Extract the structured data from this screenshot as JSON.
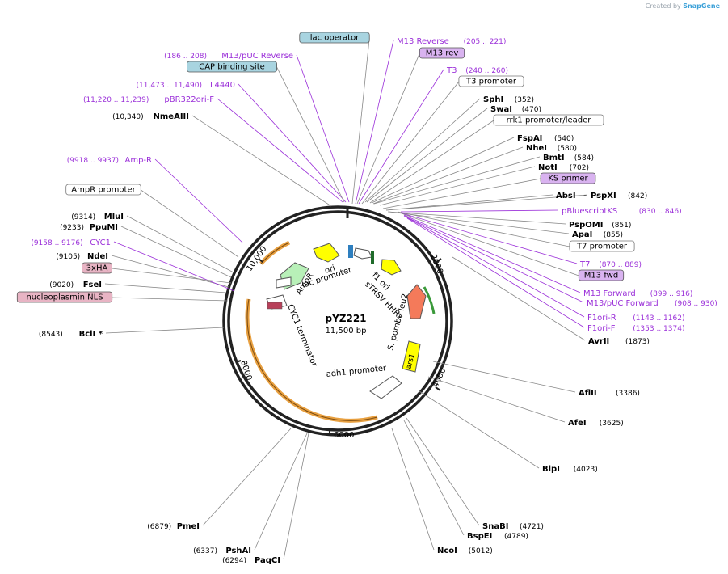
{
  "credit": {
    "prefix": "Created by",
    "brand": "SnapGene"
  },
  "plasmid": {
    "name": "pYZ221",
    "size": "11,500 bp"
  },
  "ticks": [
    "2000",
    "4000",
    "6000",
    "8000",
    "10,000"
  ],
  "enzymes": [
    {
      "name": "SphI",
      "pos": "(352)"
    },
    {
      "name": "SwaI",
      "pos": "(470)"
    },
    {
      "name": "FspAI",
      "pos": "(540)"
    },
    {
      "name": "NheI",
      "pos": "(580)"
    },
    {
      "name": "BmtI",
      "pos": "(584)"
    },
    {
      "name": "NotI",
      "pos": "(702)"
    },
    {
      "name": "AbsI",
      "pos": ""
    },
    {
      "name": "PspXI",
      "pos": "(842)"
    },
    {
      "name": "PspOMI",
      "pos": "(851)"
    },
    {
      "name": "ApaI",
      "pos": "(855)"
    },
    {
      "name": "AvrII",
      "pos": "(1873)"
    },
    {
      "name": "AflII",
      "pos": "(3386)"
    },
    {
      "name": "AfeI",
      "pos": "(3625)"
    },
    {
      "name": "BlpI",
      "pos": "(4023)"
    },
    {
      "name": "SnaBI",
      "pos": "(4721)"
    },
    {
      "name": "BspEI",
      "pos": "(4789)"
    },
    {
      "name": "NcoI",
      "pos": "(5012)"
    },
    {
      "name": "PmeI",
      "pos": "(6879)"
    },
    {
      "name": "PshAI",
      "pos": "(6337)"
    },
    {
      "name": "PaqCI",
      "pos": "(6294)"
    },
    {
      "name": "BclI *",
      "pos": "(8543)"
    },
    {
      "name": "FseI",
      "pos": "(9020)"
    },
    {
      "name": "NdeI",
      "pos": "(9105)"
    },
    {
      "name": "PpuMI",
      "pos": "(9233)"
    },
    {
      "name": "MluI",
      "pos": "(9314)"
    },
    {
      "name": "NmeAIII",
      "pos": "(10,340)"
    }
  ],
  "primers": [
    {
      "name": "M13 Reverse",
      "pos": "(205 .. 221)"
    },
    {
      "name": "T3",
      "pos": "(240 .. 260)"
    },
    {
      "name": "pBluescriptKS",
      "pos": "(830 .. 846)"
    },
    {
      "name": "T7",
      "pos": "(870 .. 889)"
    },
    {
      "name": "M13 Forward",
      "pos": "(899 .. 916)"
    },
    {
      "name": "M13/pUC Forward",
      "pos": "(908 .. 930)"
    },
    {
      "name": "F1ori-R",
      "pos": "(1143 .. 1162)"
    },
    {
      "name": "F1ori-F",
      "pos": "(1353 .. 1374)"
    },
    {
      "name": "M13/pUC Reverse",
      "pos": "(186 .. 208)"
    },
    {
      "name": "L4440",
      "pos": "(11,473 .. 11,490)"
    },
    {
      "name": "pBR322ori-F",
      "pos": "(11,220 .. 11,239)"
    },
    {
      "name": "Amp-R",
      "pos": "(9918 .. 9937)"
    },
    {
      "name": "CYC1",
      "pos": "(9158 .. 9176)"
    }
  ],
  "boxed_features": [
    {
      "name": "lac operator",
      "color": "#a8d4e0"
    },
    {
      "name": "M13 rev",
      "color": "#d9b3f0"
    },
    {
      "name": "T3 promoter",
      "color": "#ffffff"
    },
    {
      "name": "rrk1 promoter/leader",
      "color": "#ffffff"
    },
    {
      "name": "KS primer",
      "color": "#d9b3f0"
    },
    {
      "name": "T7 promoter",
      "color": "#ffffff"
    },
    {
      "name": "M13 fwd",
      "color": "#d9b3f0"
    },
    {
      "name": "CAP binding site",
      "color": "#a8d4e0"
    },
    {
      "name": "AmpR promoter",
      "color": "#ffffff"
    },
    {
      "name": "3xHA",
      "color": "#e8b4c4"
    },
    {
      "name": "nucleoplasmin NLS",
      "color": "#e8b4c4"
    }
  ],
  "map_features": [
    {
      "name": "ori"
    },
    {
      "name": "lac promoter"
    },
    {
      "name": "f1 ori"
    },
    {
      "name": "sTRSV HHRz"
    },
    {
      "name": "S. pombe leu2"
    },
    {
      "name": "ars1"
    },
    {
      "name": "adh1 promoter"
    },
    {
      "name": "CYC1 terminator"
    },
    {
      "name": "AmpR"
    }
  ],
  "colors": {
    "enzyme": "#000000",
    "primer": "#9b30d9",
    "backbone": "#222222",
    "orange": "#e8a040",
    "yellow": "#ffff00",
    "green": "#b8f0b8",
    "salmon": "#f47a5a"
  }
}
